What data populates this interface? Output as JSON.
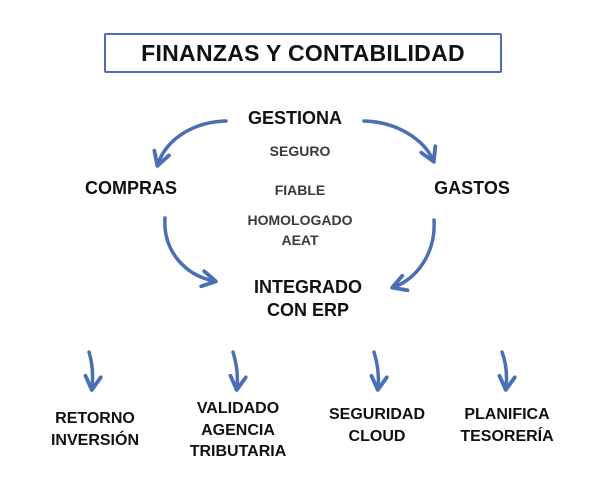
{
  "title": "FINANZAS Y CONTABILIDAD",
  "center": {
    "top": "GESTIONA",
    "traits": [
      "SEGURO",
      "FIABLE",
      "HOMOLOGADO",
      "AEAT"
    ],
    "bottom": [
      "INTEGRADO",
      "CON ERP"
    ]
  },
  "left": "COMPRAS",
  "right": "GASTOS",
  "benefits": [
    {
      "lines": [
        "RETORNO",
        "INVERSIÓN"
      ]
    },
    {
      "lines": [
        "VALIDADO",
        "AGENCIA",
        "TRIBUTARIA"
      ]
    },
    {
      "lines": [
        "SEGURIDAD",
        "CLOUD"
      ]
    },
    {
      "lines": [
        "PLANIFICA",
        "TESORERÍA"
      ]
    }
  ],
  "colors": {
    "arrow": "#4a6fb5",
    "title_border": "#4a6fb5",
    "text": "#111111",
    "trait_text": "#3a3a3a"
  }
}
